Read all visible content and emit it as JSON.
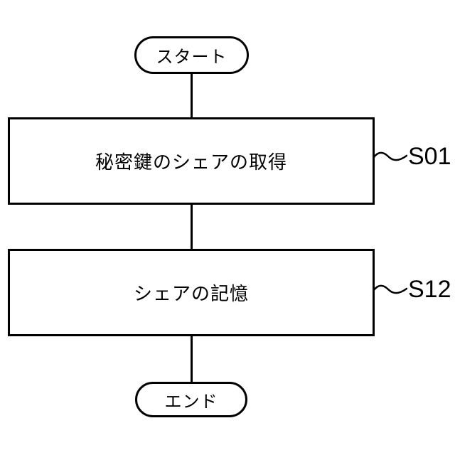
{
  "figure": {
    "background_color": "#ffffff",
    "line_color": "#000000",
    "type": "flowchart"
  },
  "flowchart": {
    "start": {
      "label": "スタート"
    },
    "steps": [
      {
        "label": "秘密鍵のシェアの取得",
        "step_id": "S01"
      },
      {
        "label": "シェアの記憶",
        "step_id": "S12"
      }
    ],
    "end": {
      "label": "エンド"
    }
  }
}
